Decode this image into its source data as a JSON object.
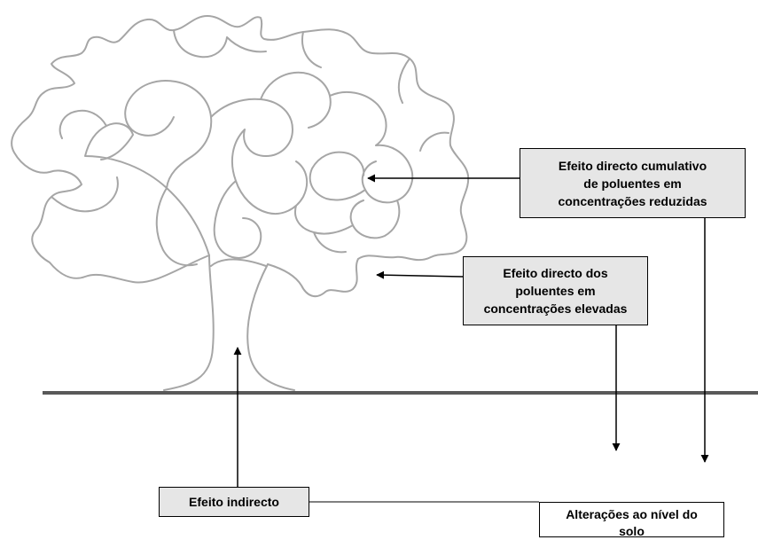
{
  "labels": {
    "cumulative_effect": [
      "Efeito directo cumulativo",
      "de poluentes em",
      "concentrações reduzidas"
    ],
    "elevated_effect": [
      "Efeito directo dos",
      "poluentes em",
      "concentrações elevadas"
    ],
    "indirect_effect": "Efeito indirecto",
    "soil_changes": [
      "Alterações ao nível do",
      "solo"
    ]
  },
  "colors": {
    "tree_outline": "#a6a6a6",
    "ground_line": "#595959",
    "box_fill": "#e6e6e6",
    "arrow": "#000000"
  }
}
